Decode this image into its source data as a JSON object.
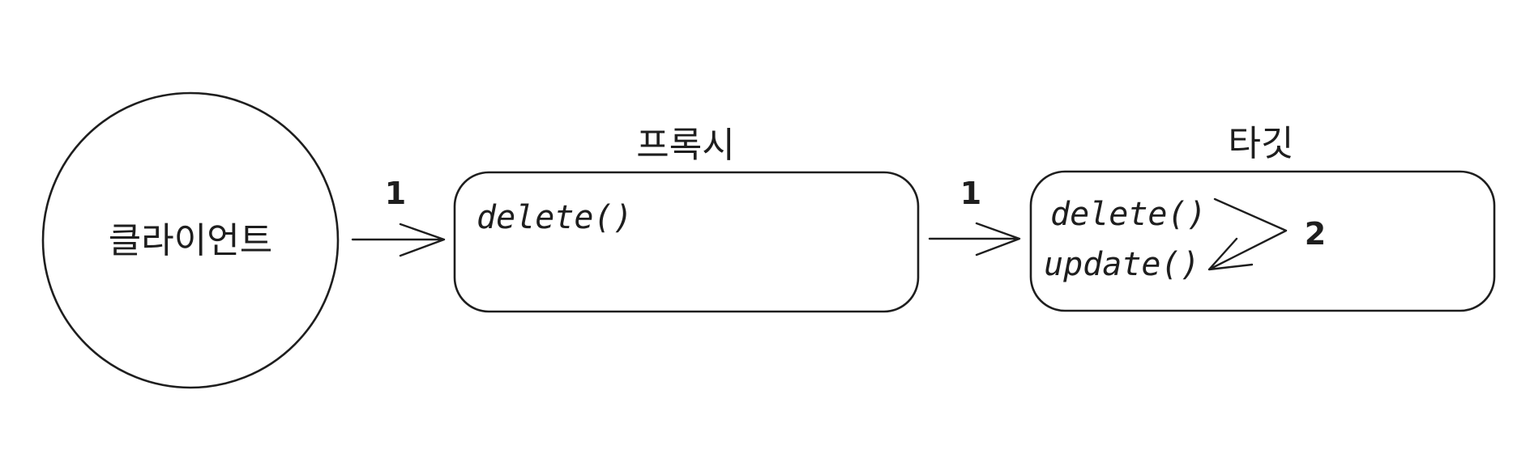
{
  "client": {
    "label": "클라이언트"
  },
  "proxy": {
    "title": "프록시",
    "method": "delete()"
  },
  "target": {
    "title": "타깃",
    "methods": [
      "delete()",
      "update()"
    ]
  },
  "arrows": {
    "client_to_proxy_label": "1",
    "proxy_to_target_label": "1",
    "internal_call_label": "2"
  },
  "colors": {
    "stroke": "#1e1e1e",
    "background": "#ffffff"
  }
}
